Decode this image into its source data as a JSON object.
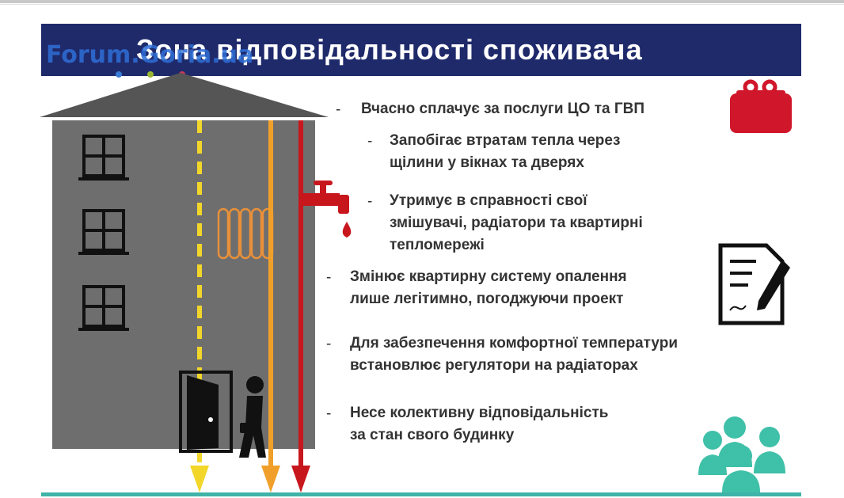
{
  "slide": {
    "title": "Зона відповідальності споживача",
    "watermark": "Forum.Goria.ua"
  },
  "bullets": [
    {
      "dash": "-",
      "lines": [
        "Вчасно сплачує за послуги ЦО та ГВП"
      ]
    },
    {
      "dash": "-",
      "lines": [
        "Запобігає втратам тепла через",
        "щілини у вікнах та дверях"
      ]
    },
    {
      "dash": "-",
      "lines": [
        "Утримує в справності свої",
        "змішувачі, радіатори та квартирні",
        "тепломережі"
      ]
    },
    {
      "dash": "-",
      "lines": [
        "Змінює квартирну систему опалення",
        "лише легітимно, погоджуючи проект"
      ]
    },
    {
      "dash": "-",
      "lines": [
        "Для забезпечення комфортної температури",
        "встановлює регулятори на радіаторах"
      ]
    },
    {
      "dash": "-",
      "lines": [
        "Несе колективну відповідальність",
        "за стан свого будинку"
      ]
    }
  ],
  "colors": {
    "title_bar": "#1f2a6b",
    "building": "#6e6e6e",
    "roof": "#555555",
    "pipe_yellow": "#f2d62a",
    "pipe_orange": "#f0a02a",
    "pipe_red": "#c8161d",
    "radiator": "#e8903a",
    "wallet": "#d0162a",
    "people": "#3fc0a8",
    "bottom_line": "#3fb3a8"
  },
  "icons": [
    "window-icon",
    "radiator-icon",
    "faucet-icon",
    "wallet-icon",
    "document-pen-icon",
    "door-icon",
    "person-briefcase-icon",
    "people-group-icon"
  ]
}
